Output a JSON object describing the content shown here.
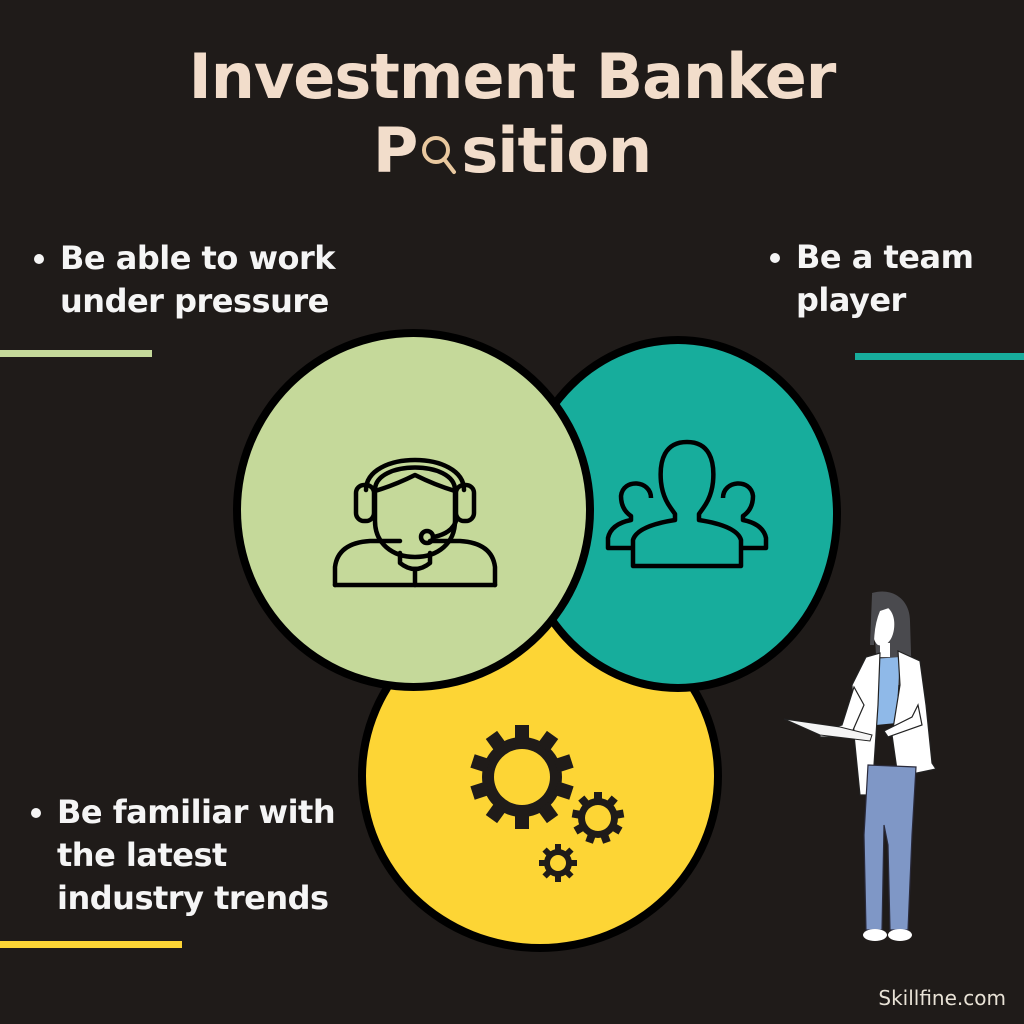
{
  "title": {
    "line1": "Investment Banker",
    "line2_prefix": "P",
    "line2_icon": "magnifier-icon",
    "line2_suffix": "sition"
  },
  "bullets": [
    {
      "lines": [
        "Be able to work",
        "under pressure"
      ],
      "accent": "#c5d99a"
    },
    {
      "lines": [
        "Be a team",
        "player"
      ],
      "accent": "#17ad9c"
    },
    {
      "lines": [
        "Be familiar with",
        "the latest",
        "industry trends"
      ],
      "accent": "#fdd535"
    }
  ],
  "circles": [
    {
      "color": "#c5d99a",
      "icon": "headset-support-icon"
    },
    {
      "color": "#17ad9c",
      "icon": "team-group-icon"
    },
    {
      "color": "#fdd535",
      "icon": "gears-icon"
    }
  ],
  "illustration": "businesswoman-holding-papers",
  "footer": {
    "brand": "Skillfine.com"
  },
  "colors": {
    "background": "#1f1b19",
    "title": "#f2ddcb",
    "text": "#f5f5f5"
  }
}
